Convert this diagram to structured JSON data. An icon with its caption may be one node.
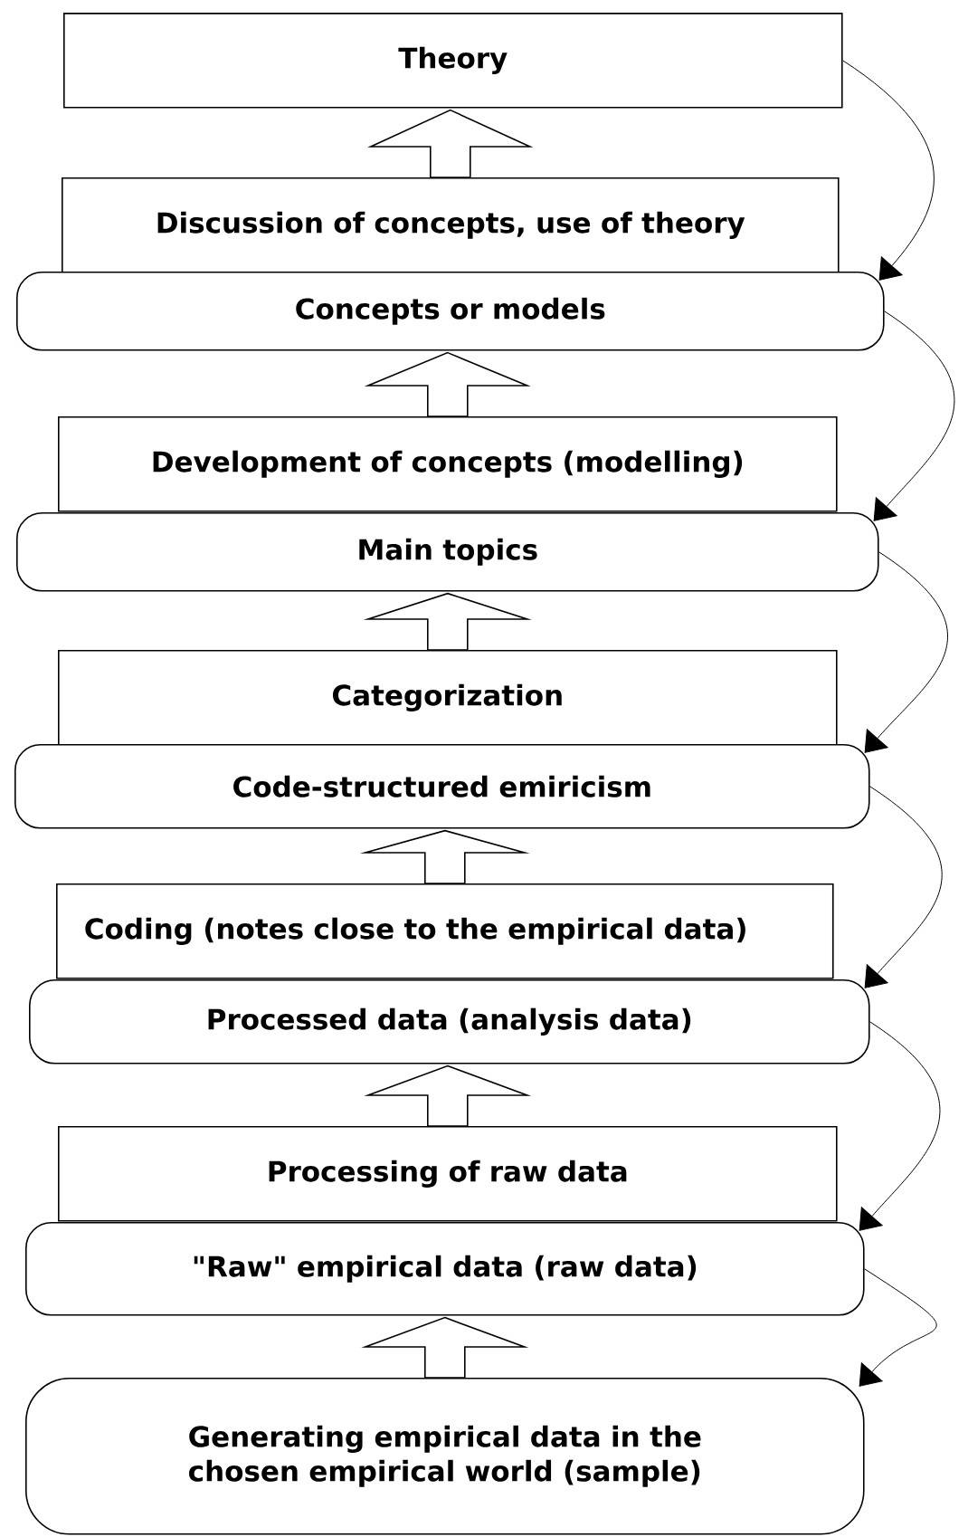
{
  "diagram": {
    "nodes": [
      {
        "text": [
          "Theory"
        ]
      },
      {
        "text": [
          "Discussion of concepts, use of theory"
        ]
      },
      {
        "text": [
          "Concepts or models"
        ]
      },
      {
        "text": [
          "Development of concepts (modelling)"
        ]
      },
      {
        "text": [
          "Main topics"
        ]
      },
      {
        "text": [
          "Categorization"
        ]
      },
      {
        "text": [
          "Code-structured emiricism"
        ]
      },
      {
        "text": [
          "Coding (notes close to the empirical data)"
        ]
      },
      {
        "text": [
          "Processed data (analysis data)"
        ]
      },
      {
        "text": [
          "Processing of raw data"
        ]
      },
      {
        "text": [
          "\"Raw\" empirical data (raw data)"
        ]
      },
      {
        "text": [
          "Generating empirical data in the chosen empirical world (sample)"
        ]
      }
    ],
    "edges": [
      {
        "from": 1,
        "to": 0,
        "arrow": "to",
        "style": "thick"
      },
      {
        "from": 3,
        "to": 2,
        "arrow": "to",
        "style": "thick"
      },
      {
        "from": 5,
        "to": 4,
        "arrow": "to",
        "style": "thick"
      },
      {
        "from": 7,
        "to": 6,
        "arrow": "to",
        "style": "thick"
      },
      {
        "from": 9,
        "to": 8,
        "arrow": "to",
        "style": "thick"
      },
      {
        "from": 11,
        "to": 10,
        "arrow": "to",
        "style": "thick"
      },
      {
        "from": 0,
        "to": 2,
        "arrow": "to"
      },
      {
        "from": 2,
        "to": 4,
        "arrow": "to"
      },
      {
        "from": 4,
        "to": 6,
        "arrow": "to"
      },
      {
        "from": 6,
        "to": 8,
        "arrow": "to"
      },
      {
        "from": 8,
        "to": 10,
        "arrow": "to"
      },
      {
        "from": 10,
        "to": 11,
        "arrow": "to"
      }
    ]
  }
}
